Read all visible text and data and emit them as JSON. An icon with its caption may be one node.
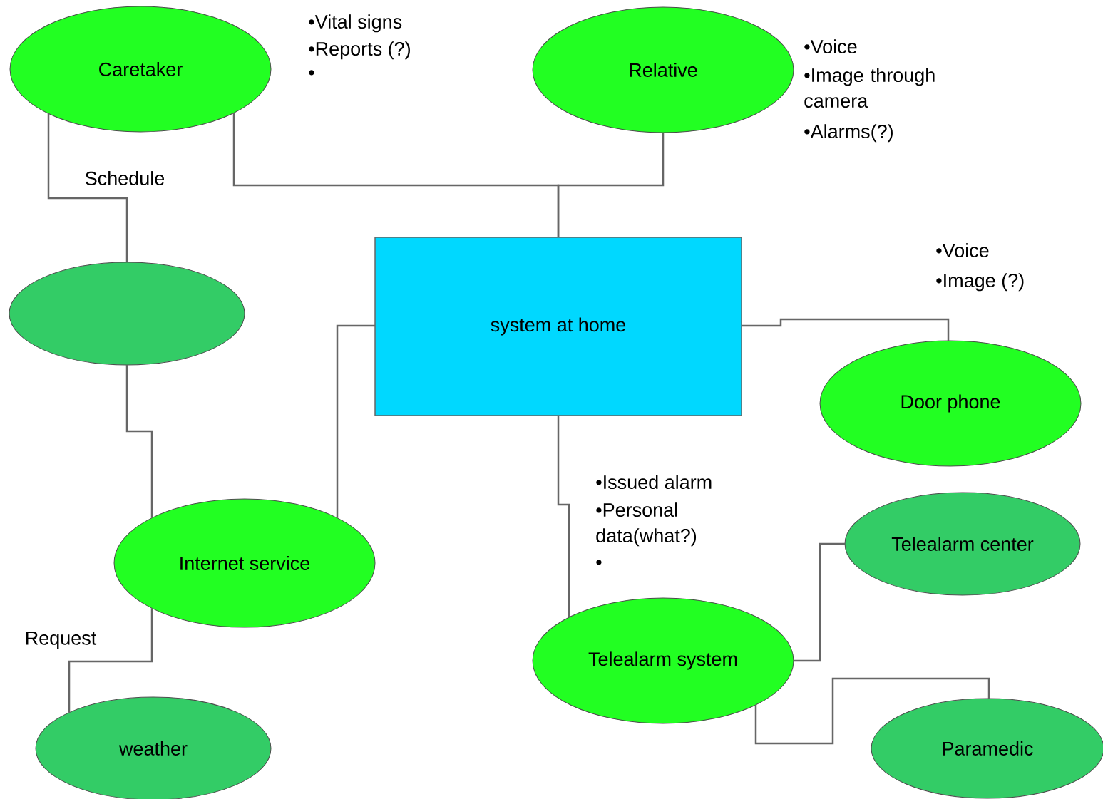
{
  "diagram": {
    "nodes": [
      {
        "text": [
          "Caretaker"
        ]
      },
      {
        "text": [
          "Relative"
        ]
      },
      {
        "text": [
          "system at home"
        ]
      },
      {
        "text": [],
        "shape": "ellipse"
      },
      {
        "text": [
          "Door phone"
        ]
      },
      {
        "text": [
          "Internet service"
        ]
      },
      {
        "text": [
          "Telealarm center"
        ]
      },
      {
        "text": [
          "Telealarm system"
        ]
      },
      {
        "text": [
          "weather"
        ]
      },
      {
        "text": [
          "Paramedic"
        ]
      }
    ],
    "edges": [
      {
        "from": 0,
        "to": 2,
        "arrow": "none"
      },
      {
        "from": 1,
        "to": 2,
        "arrow": "none"
      },
      {
        "from": 0,
        "to": 3,
        "arrow": "none",
        "label": "Schedule"
      },
      {
        "from": 3,
        "to": 5,
        "arrow": "none"
      },
      {
        "from": 5,
        "to": 2,
        "arrow": "none"
      },
      {
        "from": 2,
        "to": 4,
        "arrow": "none"
      },
      {
        "from": 2,
        "to": 7,
        "arrow": "none"
      },
      {
        "from": 5,
        "to": 8,
        "arrow": "none",
        "label": "Request"
      },
      {
        "from": 7,
        "to": 6,
        "arrow": "none"
      },
      {
        "from": 7,
        "to": 9,
        "arrow": "none"
      }
    ],
    "labels": [
      "•Vital signs",
      "•Reports (?)",
      "•",
      "•Voice",
      "•Image through camera",
      "•Alarms(?)",
      "•Voice",
      "•Image (?)",
      "•Issued alarm",
      "•Personal data(what?)",
      "•"
    ]
  }
}
